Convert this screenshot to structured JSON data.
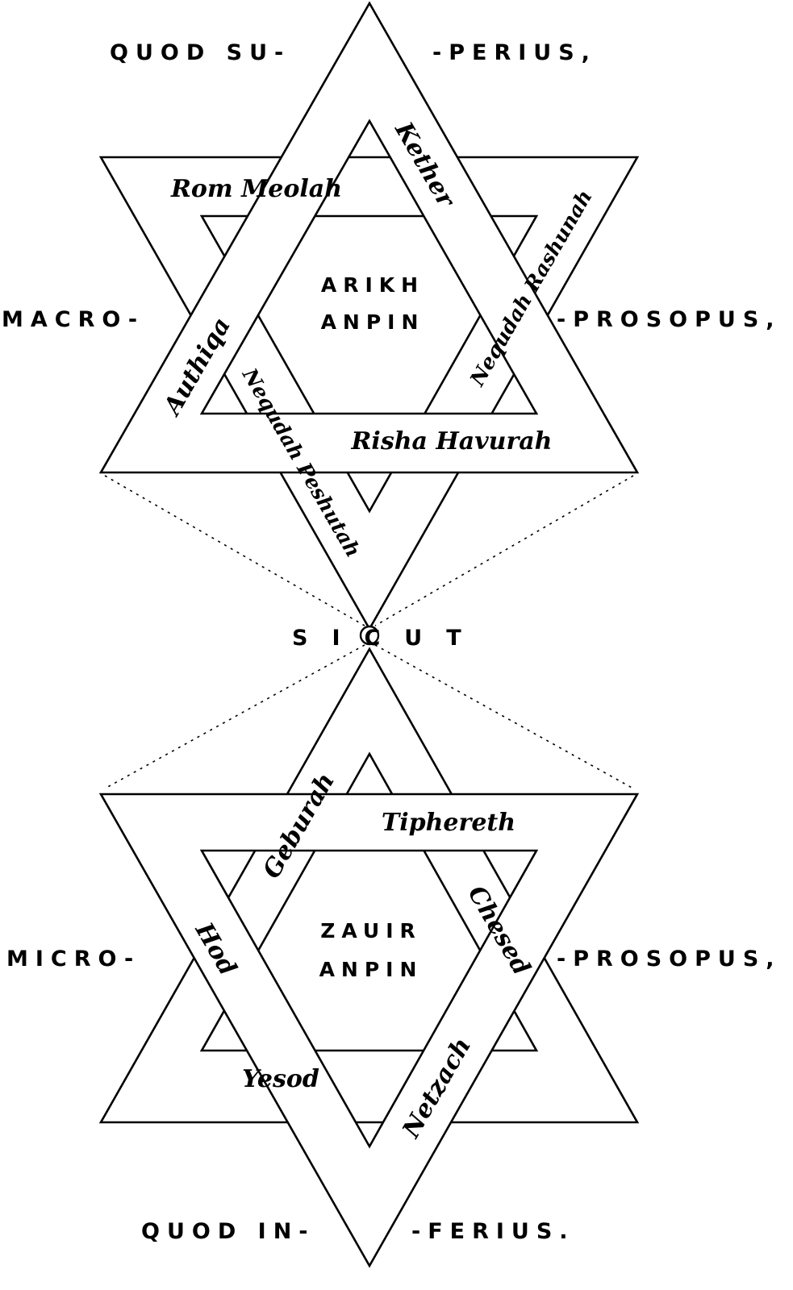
{
  "top_line": {
    "left": "QUOD SU-",
    "right": "-PERIUS,"
  },
  "macro": {
    "left": "MACRO-",
    "right": "-PROSOPUS,"
  },
  "arikh": {
    "line1": "ARIKH",
    "line2": "ANPIN"
  },
  "upper_bands": {
    "top": "Rom Meolah",
    "right_upper": "Kether",
    "right_lower": "Nequdah Rashunah",
    "left": "Authiqa",
    "inner": "Nequdah Peshutah",
    "bottom": "Risha Havurah"
  },
  "sicut": "SICUT",
  "micro": {
    "left": "MICRO-",
    "right": "-PROSOPUS,"
  },
  "zauir": {
    "line1": "ZAUIR",
    "line2": "ANPIN"
  },
  "lower_bands": {
    "left_upper": "Geburah",
    "top": "Tiphereth",
    "right": "Chesed",
    "left": "Hod",
    "bottom": "Yesod",
    "right_lower": "Netzach"
  },
  "bottom_line": {
    "left": "QUOD IN-",
    "right": "-FERIUS."
  }
}
